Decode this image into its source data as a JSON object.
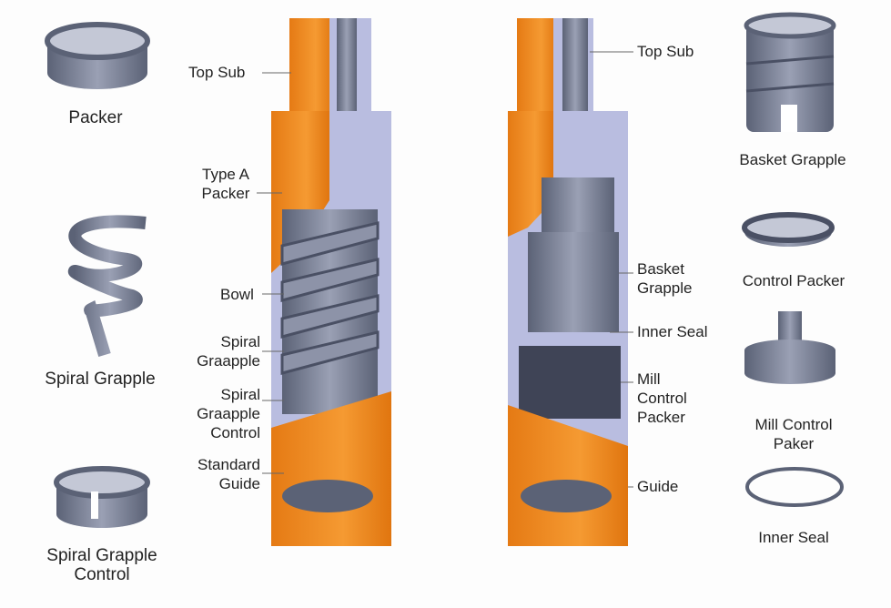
{
  "left_tool": {
    "title": "Spiral Grapple Overshot",
    "labels": [
      "Top Sub",
      "Type A\nPacker",
      "Bowl",
      "Spiral\nGraapple",
      "Spiral\nGraapple\nControl",
      "Standard\nGuide"
    ]
  },
  "right_tool": {
    "title": "Basket Grapple Overshot",
    "labels": [
      "Top Sub",
      "Basket\nGrapple",
      "Inner Seal",
      "Mill\nControl\nPacker",
      "Guide"
    ]
  },
  "left_parts": [
    "Packer",
    "Spiral Grapple",
    "Spiral Grapple\nControl"
  ],
  "right_parts": [
    "Basket Grapple",
    "Control Packer",
    "Mill Control\nPaker",
    "Inner Seal"
  ],
  "colors": {
    "body": "#f0851f",
    "steel": "#7b8296",
    "cutaway": "#b9bde0",
    "text": "#232323"
  }
}
